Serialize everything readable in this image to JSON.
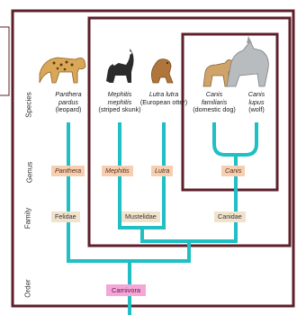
{
  "diagram": {
    "rank_labels": {
      "species": "Species",
      "genus": "Genus",
      "family": "Family",
      "order": "Order"
    },
    "species": [
      {
        "genus": "Panthera",
        "epithet": "pardus",
        "common": "(leopard)"
      },
      {
        "genus": "Mephitis",
        "epithet": "mephitis",
        "common": "(striped skunk)"
      },
      {
        "genus": "Lutra",
        "epithet": "lutra",
        "common": "(European otter)"
      },
      {
        "genus": "Canis",
        "epithet": "familiaris",
        "common": "(domestic dog)"
      },
      {
        "genus": "Canis",
        "epithet": "lupus",
        "common": "(wolf)"
      }
    ],
    "genera": [
      "Panthera",
      "Mephitis",
      "Lutra",
      "Canis"
    ],
    "families": [
      "Felidae",
      "Mustelidae",
      "Canidae"
    ],
    "order": "Carnivora",
    "colors": {
      "branch": "#1fbfc4",
      "outer_frame": "#5e1f2a",
      "highlight_frame": "#5e1f2a",
      "genus_fill": "#f6cfb2",
      "family_fill": "#f1e2cc",
      "order_fill": "#f4a7d6"
    },
    "icons": [
      "leopard-illustration",
      "skunk-illustration",
      "otter-illustration",
      "dog-illustration",
      "wolf-illustration"
    ]
  }
}
